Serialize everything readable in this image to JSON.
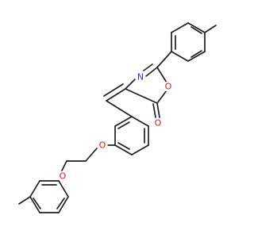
{
  "molecule": {
    "atoms": {
      "n_ring": "N",
      "o_ring": "O",
      "o_carbonyl": "O",
      "o_ether_1": "O",
      "o_ether_2": "O"
    },
    "colors": {
      "bond": "#1f1f1f",
      "nitrogen": "#2a2ad6",
      "oxygen": "#e01818"
    }
  }
}
